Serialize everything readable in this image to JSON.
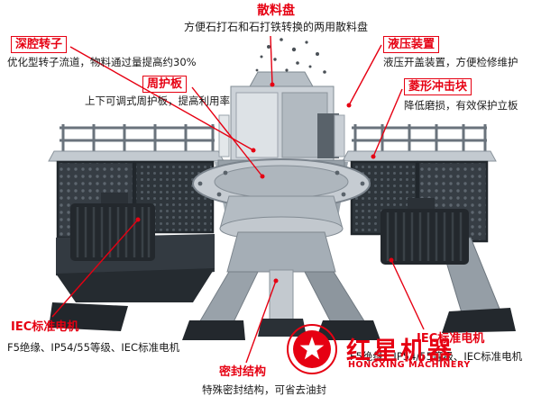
{
  "colors": {
    "accent_red": "#e60012",
    "text_black": "#1a1a1a"
  },
  "annotations": {
    "scatter_plate": {
      "label": "散料盘",
      "desc": "方便石打石和石打铁转换的两用散料盘"
    },
    "deep_rotor": {
      "label": "深腔转子",
      "desc": "优化型转子流道，物料通过量提高约30%"
    },
    "hydraulic_device": {
      "label": "液压装置",
      "desc": "液压开盖装置，方便检修维护"
    },
    "guard_plate": {
      "label": "周护板",
      "desc": "上下可调式周护板，提高利用率"
    },
    "diamond_impact_block": {
      "label": "菱形冲击块",
      "desc": "降低磨损，有效保护立板"
    },
    "motor_left": {
      "label": "IEC标准电机",
      "desc": "F5绝缘、IP54/55等级、IEC标准电机"
    },
    "seal_structure": {
      "label": "密封结构",
      "desc": "特殊密封结构，可省去油封"
    },
    "motor_right": {
      "label": "IEC标准电机",
      "desc": "F5绝缘、IP54/55等级、IEC标准电机"
    }
  },
  "brand": {
    "name_cn": "红星机器",
    "name_en": "HONGXING MACHINERY"
  }
}
